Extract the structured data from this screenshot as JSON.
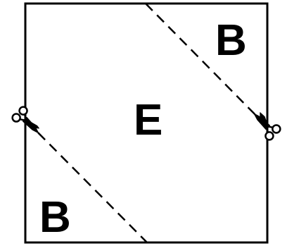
{
  "labels": {
    "center": "E",
    "top_right": "B",
    "bottom_left": "B"
  },
  "icons": {
    "left": "scissors-icon",
    "right": "scissors-icon"
  },
  "colors": {
    "ink": "#000000",
    "paper": "#ffffff"
  }
}
